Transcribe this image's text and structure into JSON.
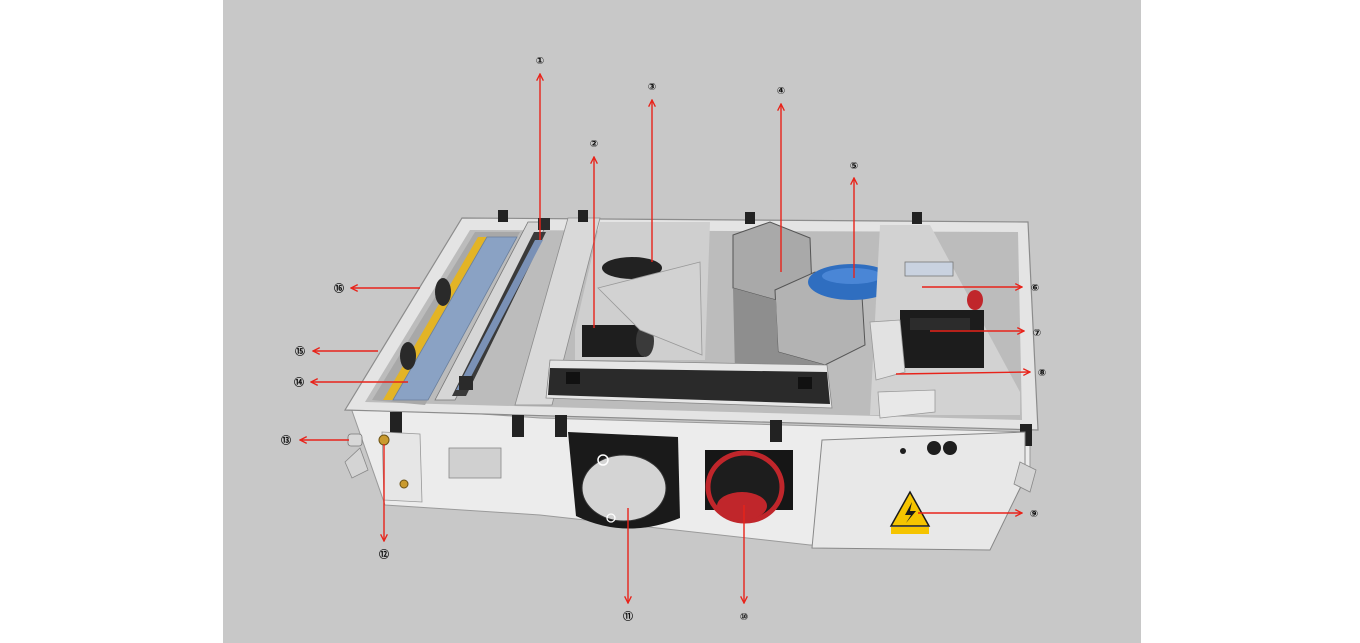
{
  "colors": {
    "panel": "#c8c8c8",
    "arrow": "#e8231a",
    "body": "#eeeeee",
    "interior": "#bdbdbd",
    "dark": "#2a2a2a",
    "fan_blue": "#2f6ec0",
    "filter_blue": "#8aa2c4",
    "hazard_yellow": "#f5c400"
  },
  "callouts": [
    {
      "id": "1",
      "label": "①"
    },
    {
      "id": "2",
      "label": "②"
    },
    {
      "id": "3",
      "label": "③"
    },
    {
      "id": "4",
      "label": "④"
    },
    {
      "id": "5",
      "label": "⑤"
    },
    {
      "id": "6",
      "label": "⑥"
    },
    {
      "id": "7",
      "label": "⑦"
    },
    {
      "id": "8",
      "label": "⑧"
    },
    {
      "id": "9",
      "label": "⑨"
    },
    {
      "id": "10",
      "label": "⑩"
    },
    {
      "id": "11",
      "label": "⑪"
    },
    {
      "id": "12",
      "label": "⑫"
    },
    {
      "id": "13",
      "label": "⑬"
    },
    {
      "id": "14",
      "label": "⑭"
    },
    {
      "id": "15",
      "label": "⑮"
    },
    {
      "id": "16",
      "label": "⑯"
    }
  ],
  "icons": [
    "recycle-icon",
    "high-voltage-warning-icon"
  ]
}
